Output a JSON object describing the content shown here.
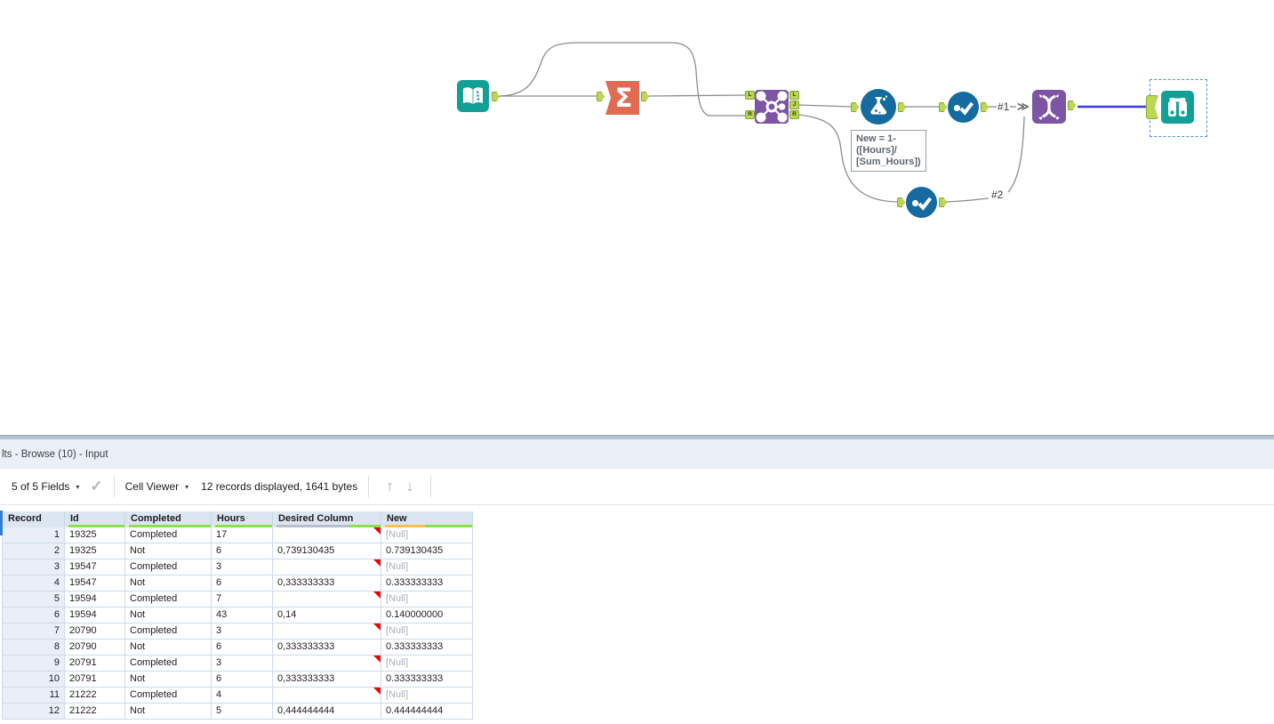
{
  "colors": {
    "teal": "#12a096",
    "orange": "#e06a52",
    "purple": "#7d55a4",
    "tool_blue": "#156a9f",
    "anchor_fill": "#bcd755",
    "anchor_border": "#8aa438",
    "wire": "#8c8c8c",
    "wire_selected": "#3c3ce0",
    "selection_dash": "#4b93d8",
    "type_green": "#8ce04c",
    "type_gray": "#b9bfc7",
    "type_orange": "#ffc04d",
    "null_text": "#a8b0bf",
    "flag_red": "#dd0c0c",
    "header_bg": "#dce6f1",
    "record_bg": "#e9eef8",
    "grid": "#cdd9ea",
    "title_bg": "#eaeff8"
  },
  "canvas": {
    "icons": {
      "input": "open-book-icon",
      "summarize": "sigma-icon",
      "summarize_glyph": "Σ",
      "join": "join-network-icon",
      "formula": "flask-icon",
      "select": "checkmark-circle-icon",
      "union": "dna-union-icon",
      "browse": "binoculars-icon"
    },
    "join_ports_in": [
      "L",
      "R"
    ],
    "join_ports_out": [
      "L",
      "J",
      "R"
    ],
    "connection_labels": {
      "first": "#1",
      "second": "#2"
    },
    "multi_input_marker": "≫",
    "annotation": {
      "lines": [
        "New = 1-",
        "([Hours]/",
        "[Sum_Hours])"
      ]
    }
  },
  "results": {
    "title": "lts - Browse (10) - Input",
    "toolbar": {
      "fields": "5 of 5 Fields",
      "cell_viewer": "Cell Viewer",
      "records_info": "12 records displayed, 1641 bytes"
    },
    "table": {
      "columns": [
        "Record",
        "Id",
        "Completed",
        "Hours",
        "Desired Column",
        "New"
      ],
      "rows": [
        {
          "record": "1",
          "id": "19325",
          "completed": "Completed",
          "hours": "17",
          "desired": "",
          "new": "[Null]",
          "is_null": true
        },
        {
          "record": "2",
          "id": "19325",
          "completed": "Not",
          "hours": "6",
          "desired": "0,739130435",
          "new": "0.739130435",
          "is_null": false
        },
        {
          "record": "3",
          "id": "19547",
          "completed": "Completed",
          "hours": "3",
          "desired": "",
          "new": "[Null]",
          "is_null": true
        },
        {
          "record": "4",
          "id": "19547",
          "completed": "Not",
          "hours": "6",
          "desired": "0,333333333",
          "new": "0.333333333",
          "is_null": false
        },
        {
          "record": "5",
          "id": "19594",
          "completed": "Completed",
          "hours": "7",
          "desired": "",
          "new": "[Null]",
          "is_null": true
        },
        {
          "record": "6",
          "id": "19594",
          "completed": "Not",
          "hours": "43",
          "desired": "0,14",
          "new": "0.140000000",
          "is_null": false
        },
        {
          "record": "7",
          "id": "20790",
          "completed": "Completed",
          "hours": "3",
          "desired": "",
          "new": "[Null]",
          "is_null": true
        },
        {
          "record": "8",
          "id": "20790",
          "completed": "Not",
          "hours": "6",
          "desired": "0,333333333",
          "new": "0.333333333",
          "is_null": false
        },
        {
          "record": "9",
          "id": "20791",
          "completed": "Completed",
          "hours": "3",
          "desired": "",
          "new": "[Null]",
          "is_null": true
        },
        {
          "record": "10",
          "id": "20791",
          "completed": "Not",
          "hours": "6",
          "desired": "0,333333333",
          "new": "0.333333333",
          "is_null": false
        },
        {
          "record": "11",
          "id": "21222",
          "completed": "Completed",
          "hours": "4",
          "desired": "",
          "new": "[Null]",
          "is_null": true
        },
        {
          "record": "12",
          "id": "21222",
          "completed": "Not",
          "hours": "5",
          "desired": "0,444444444",
          "new": "0.444444444",
          "is_null": false
        }
      ]
    }
  }
}
